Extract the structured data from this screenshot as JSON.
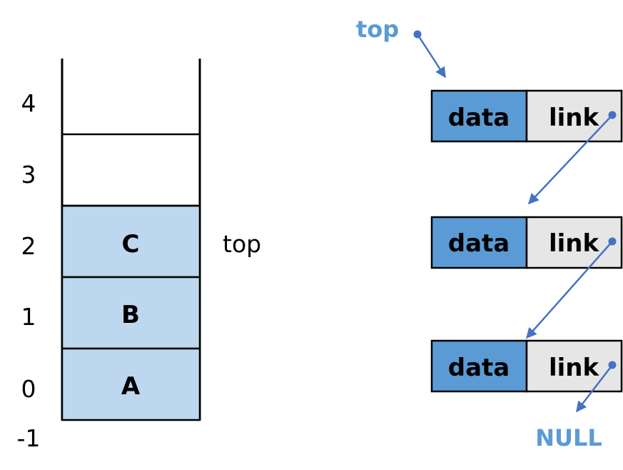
{
  "array_stack": {
    "indices": [
      "4",
      "3",
      "2",
      "1",
      "0",
      "-1"
    ],
    "cells": [
      {
        "index": "4",
        "value": "",
        "filled": false
      },
      {
        "index": "3",
        "value": "",
        "filled": false
      },
      {
        "index": "2",
        "value": "C",
        "filled": true
      },
      {
        "index": "1",
        "value": "B",
        "filled": true
      },
      {
        "index": "0",
        "value": "A",
        "filled": true
      }
    ],
    "top_label": "top"
  },
  "linked_stack": {
    "top_label": "top",
    "nodes": [
      {
        "data_label": "data",
        "link_label": "link"
      },
      {
        "data_label": "data",
        "link_label": "link"
      },
      {
        "data_label": "data",
        "link_label": "link"
      }
    ],
    "null_label": "NULL"
  },
  "colors": {
    "filled_cell": "#bdd7ee",
    "data_field": "#5b9bd5",
    "link_field": "#e7e6e6",
    "arrow": "#4472c4",
    "accent_text": "#5b9bd5",
    "outline": "#000000"
  }
}
